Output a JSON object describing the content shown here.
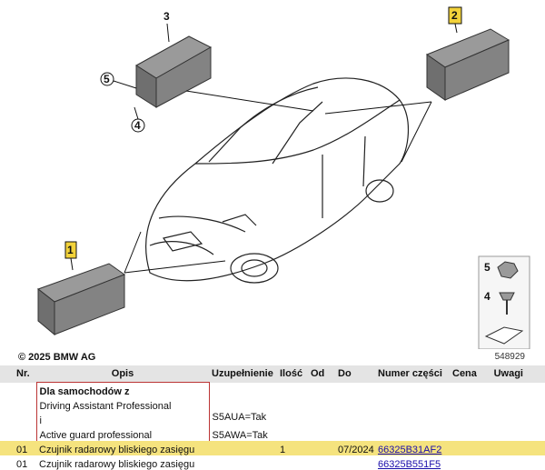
{
  "diagram": {
    "callouts": [
      "1",
      "2",
      "3",
      "4",
      "5"
    ],
    "legend_callouts": [
      "5",
      "4"
    ],
    "copyright": "© 2025 BMW AG",
    "diagram_id": "548929",
    "highlight_color": "#f5e37e",
    "callout_highlight_color": "#f2d23a"
  },
  "table": {
    "headers": {
      "nr": "Nr.",
      "opis": "Opis",
      "uzupelnienie": "Uzupełnienie",
      "ilosc": "Ilość",
      "od": "Od",
      "do": "Do",
      "numer": "Numer części",
      "cena": "Cena",
      "uwagi": "Uwagi"
    },
    "condition": {
      "title": "Dla samochodów z",
      "line1": "Driving Assistant Professional",
      "line1_suffix": "i",
      "line1_value": "S5AUA=Tak",
      "line2": "Active guard professional",
      "line2_value": "S5AWA=Tak"
    },
    "rows": [
      {
        "nr": "01",
        "opis": "Czujnik radarowy bliskiego zasięgu",
        "uzupelnienie": "",
        "ilosc": "1",
        "od": "",
        "do": "07/2024",
        "numer": "66325B31AF2",
        "highlighted": true
      },
      {
        "nr": "01",
        "opis": "Czujnik radarowy bliskiego zasięgu",
        "uzupelnienie": "",
        "ilosc": "",
        "od": "",
        "do": "",
        "numer": "66325B551F5",
        "highlighted": false
      }
    ]
  }
}
